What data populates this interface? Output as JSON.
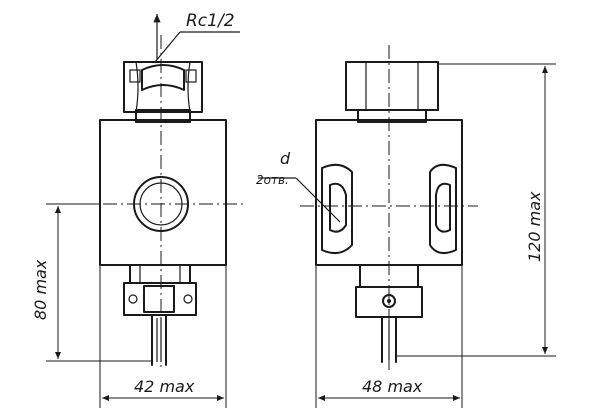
{
  "drawing": {
    "labels": {
      "thread": "Rc1/2",
      "hole_diameter": "d",
      "hole_count": "2отв.",
      "height_lower": "80 max",
      "height_total": "120 max",
      "width_front": "42 max",
      "width_side": "48 max"
    },
    "colors": {
      "ink": "#1a1a1a",
      "paper": "#ffffff"
    }
  }
}
